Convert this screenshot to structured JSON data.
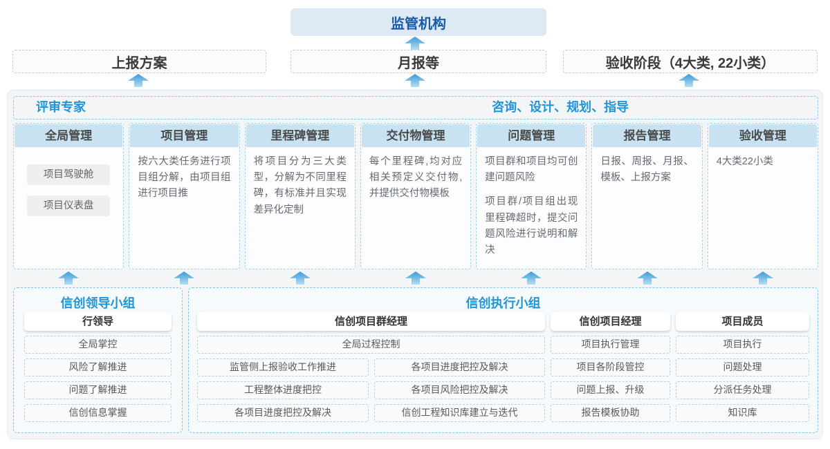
{
  "regulator": {
    "label": "监管机构"
  },
  "report_row": {
    "plan": "上报方案",
    "monthly": "月报等",
    "acceptance": "验收阶段（4大类, 22小类）"
  },
  "platform": {
    "expert_label": "评审专家",
    "consult_label": "咨询、设计、规划、指导",
    "columns": [
      {
        "title": "全局管理",
        "chips": [
          "项目驾驶舱",
          "项目仪表盘"
        ]
      },
      {
        "title": "项目管理",
        "paragraphs": [
          "按六大类任务进行项目组分解，由项目组进行项目推"
        ]
      },
      {
        "title": "里程碑管理",
        "paragraphs": [
          "将项目分为三大类型，分解为不同里程碑，有标准并且实现差异化定制"
        ]
      },
      {
        "title": "交付物管理",
        "paragraphs": [
          "每个里程碑,均对应相关预定义交付物,并提供交付物模板"
        ]
      },
      {
        "title": "问题管理",
        "paragraphs": [
          "项目群和项目均可创建问题风险",
          "项目群/项目组出现里程碑超时，提交问题风险进行说明和解决"
        ]
      },
      {
        "title": "报告管理",
        "paragraphs": [
          "日报、周报、月报、模板、上报方案"
        ]
      },
      {
        "title": "验收管理",
        "paragraphs": [
          "4大类22小类"
        ]
      }
    ]
  },
  "leader_group": {
    "title": "信创领导小组",
    "role": "行领导",
    "items": [
      "全局掌控",
      "风险了解推进",
      "问题了解推进",
      "信创信息掌握"
    ]
  },
  "exec_group": {
    "title": "信创执行小组",
    "program_manager": {
      "name": "信创项目群经理",
      "full_item": "全局过程控制",
      "left_items": [
        "监管侧上报验收工作推进",
        "工程整体进度把控",
        "各项目进度把控及解决"
      ],
      "right_items": [
        "各项目进度把控及解决",
        "各项目风险把控及解决",
        "信创工程知识库建立与迭代"
      ]
    },
    "project_manager": {
      "name": "信创项目经理",
      "items": [
        "项目执行管理",
        "项目各阶段管控",
        "问题上报、升级",
        "报告模板协助"
      ]
    },
    "member": {
      "name": "项目成员",
      "items": [
        "项目执行",
        "问题处理",
        "分派任务处理",
        "知识库"
      ]
    }
  },
  "colors": {
    "accent_blue": "#2095d6",
    "dark_blue": "#1a5ba6",
    "column_header_fill": "#c9e2f1",
    "arrow_gradient_top": "#3e9ad6",
    "arrow_gradient_bottom": "#b5def4"
  }
}
